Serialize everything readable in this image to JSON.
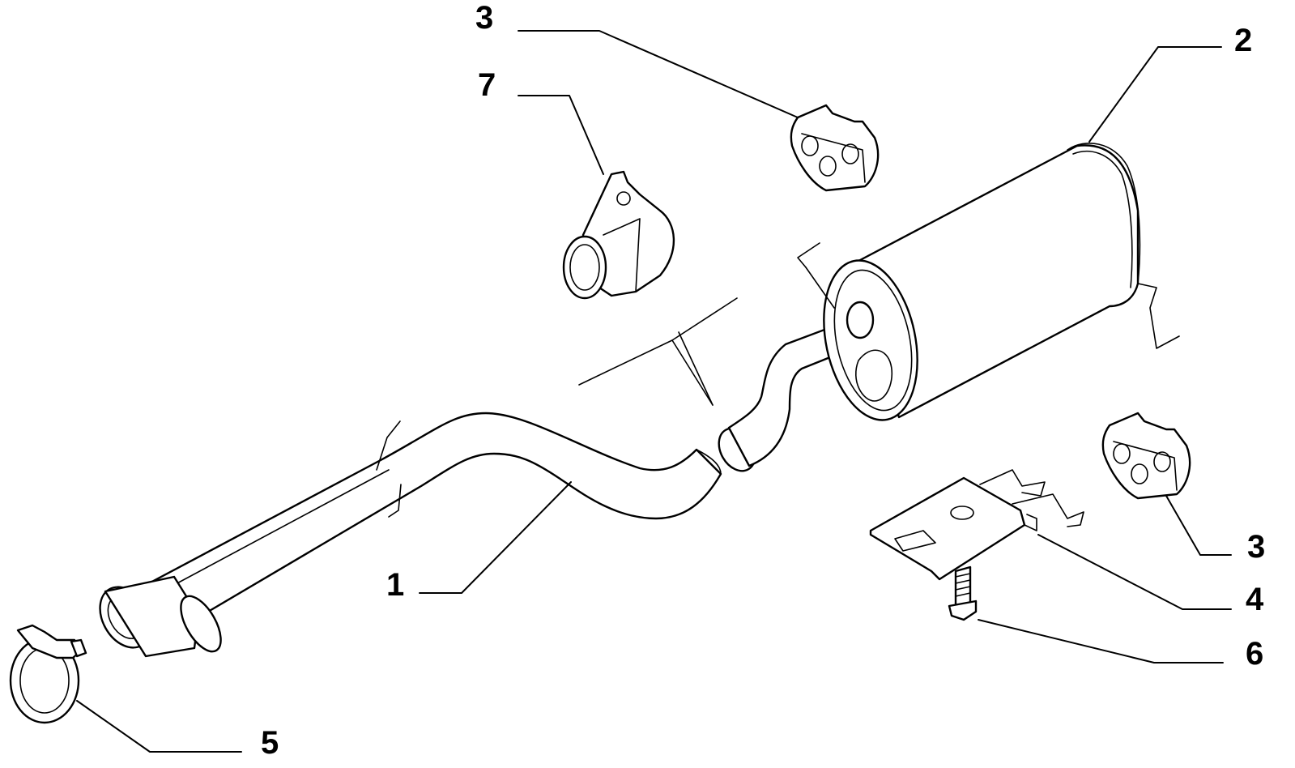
{
  "diagram": {
    "colors": {
      "line": "#000000",
      "background": "#ffffff"
    },
    "callouts": [
      {
        "id": "c1",
        "label": "1"
      },
      {
        "id": "c2",
        "label": "2"
      },
      {
        "id": "c3a",
        "label": "3"
      },
      {
        "id": "c3b",
        "label": "3"
      },
      {
        "id": "c4",
        "label": "4"
      },
      {
        "id": "c5",
        "label": "5"
      },
      {
        "id": "c6",
        "label": "6"
      },
      {
        "id": "c7",
        "label": "7"
      }
    ]
  }
}
